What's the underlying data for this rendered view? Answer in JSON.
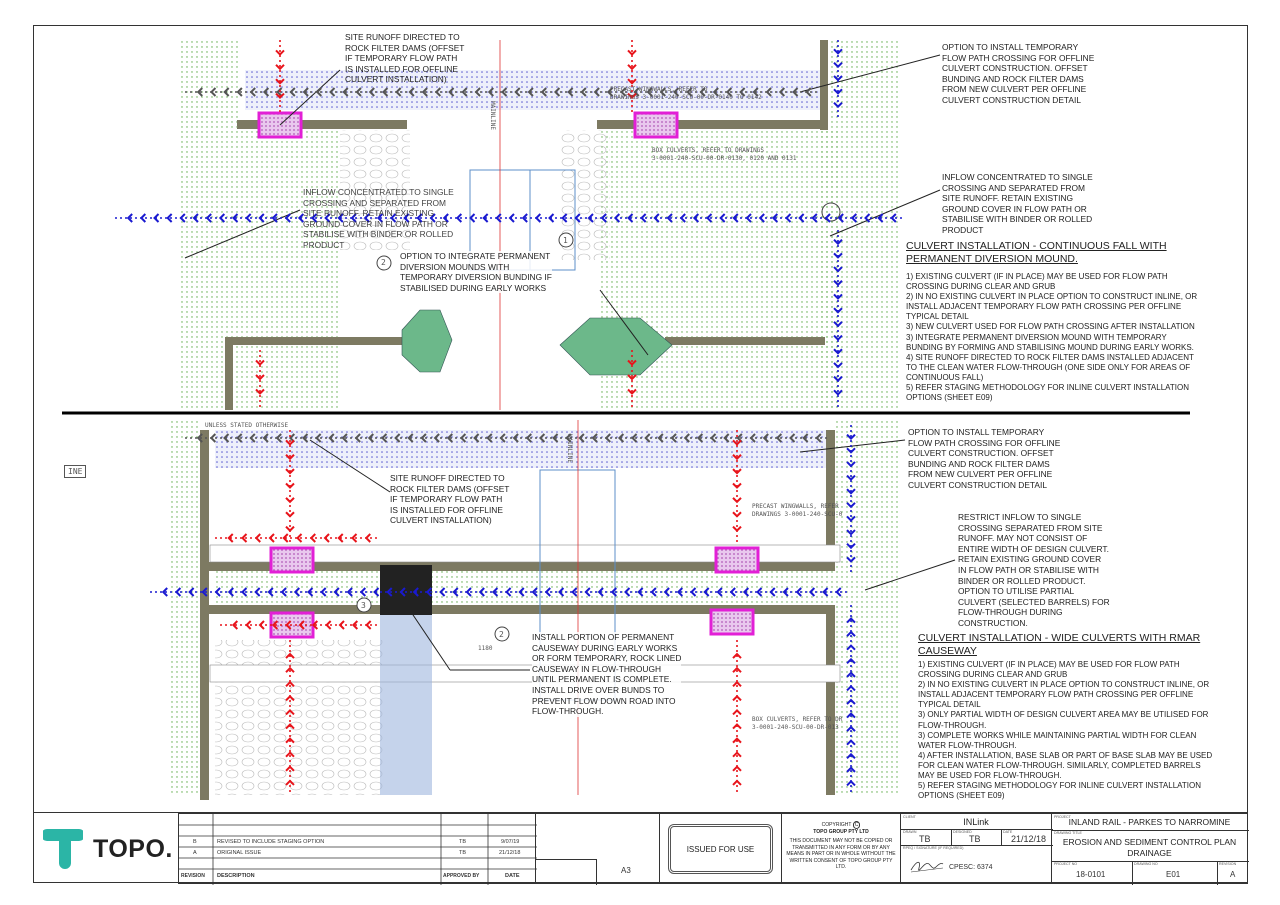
{
  "top_panel": {
    "callouts": {
      "site_runoff": "SITE RUNOFF DIRECTED TO\nROCK FILTER DAMS (OFFSET\nIF TEMPORARY FLOW PATH\nIS INSTALLED FOR OFFLINE\nCULVERT INSTALLATION)",
      "offline_crossing": "OPTION TO INSTALL TEMPORARY\nFLOW PATH CROSSING FOR OFFLINE\nCULVERT CONSTRUCTION. OFFSET\nBUNDING AND ROCK FILTER DAMS\nFROM NEW CULVERT PER OFFLINE\nCULVERT CONSTRUCTION DETAIL",
      "inflow_right": "INFLOW CONCENTRATED TO SINGLE\nCROSSING AND SEPARATED FROM\nSITE RUNOFF. RETAIN EXISTING\nGROUND COVER IN FLOW PATH OR\nSTABILISE WITH BINDER OR ROLLED\nPRODUCT",
      "inflow_left": "INFLOW CONCENTRATED TO SINGLE\nCROSSING AND SEPARATED FROM\nSITE RUNOFF. RETAIN EXISTING\nGROUND COVER IN FLOW PATH OR\nSTABILISE WITH BINDER OR ROLLED\nPRODUCT",
      "diversion_mounds": "OPTION TO INTEGRATE PERMANENT\nDIVERSION MOUNDS WITH\nTEMPORARY DIVERSION BUNDING IF\nSTABILISED DURING EARLY WORKS"
    },
    "labels": {
      "box_culverts": "BOX CULVERTS, REFER TO DRAWINGS",
      "box_culverts_ref": "3-0001-240-SCU-00-DR-0130, 0120 AND 0131",
      "wingwalls": "PRECAST WINGWALLS, REFER TO",
      "wingwalls_ref": "DRAWINGS 3-0001-240-SCU-00-DR-0140 TO 0142",
      "mainline": "MAINLINE",
      "marker_1": "1",
      "marker_2": "2"
    },
    "heading": "CULVERT INSTALLATION - CONTINUOUS FALL WITH PERMANENT DIVERSION MOUND.",
    "notes": [
      "1) EXISTING CULVERT (IF IN PLACE) MAY BE USED FOR FLOW PATH",
      "CROSSING DURING CLEAR AND GRUB",
      "2) IN NO EXISTING CULVERT IN PLACE OPTION TO CONSTRUCT INLINE, OR",
      "INSTALL ADJACENT TEMPORARY FLOW PATH CROSSING PER OFFLINE",
      "TYPICAL DETAIL",
      "3) NEW CULVERT USED FOR FLOW PATH CROSSING AFTER INSTALLATION",
      "3) INTEGRATE PERMANENT DIVERSION MOUND WITH TEMPORARY",
      "BUNDING BY FORMING AND STABILISING MOUND DURING EARLY WORKS.",
      "4) SITE RUNOFF DIRECTED TO ROCK FILTER DAMS INSTALLED ADJACENT",
      "TO THE CLEAN WATER FLOW-THROUGH (ONE SIDE ONLY FOR AREAS OF",
      "CONTINUOUS FALL)",
      "5) REFER STAGING METHODOLOGY FOR INLINE CULVERT INSTALLATION",
      "OPTIONS (SHEET E09)"
    ]
  },
  "bottom_panel": {
    "callouts": {
      "offline_crossing": "OPTION TO INSTALL TEMPORARY\nFLOW PATH CROSSING FOR OFFLINE\nCULVERT CONSTRUCTION. OFFSET\nBUNDING AND ROCK FILTER DAMS\nFROM NEW CULVERT PER OFFLINE\nCULVERT CONSTRUCTION DETAIL",
      "restrict_inflow": "RESTRICT INFLOW  TO SINGLE\nCROSSING SEPARATED FROM SITE\nRUNOFF. MAY NOT CONSIST OF\nENTIRE WIDTH OF DESIGN CULVERT.\nRETAIN EXISTING GROUND COVER\nIN FLOW PATH OR STABILISE WITH\nBINDER OR ROLLED PRODUCT.\nOPTION TO UTILISE PARTIAL\nCULVERT (SELECTED BARRELS) FOR\nFLOW-THROUGH DURING\nCONSTRUCTION.",
      "site_runoff": "SITE RUNOFF DIRECTED TO\nROCK FILTER DAMS (OFFSET\nIF TEMPORARY FLOW PATH\nIS INSTALLED FOR OFFLINE\nCULVERT INSTALLATION)",
      "causeway": "INSTALL PORTION OF PERMANENT\nCAUSEWAY DURING EARLY WORKS\nOR FORM TEMPORARY, ROCK LINED\nCAUSEWAY IN FLOW-THROUGH\nUNTIL PERMANENT IS COMPLETE.\nINSTALL DRIVE OVER BUNDS TO\nPREVENT FLOW DOWN ROAD INTO\nFLOW-THROUGH."
    },
    "labels": {
      "unless_stated": "UNLESS STATED OTHERWISE",
      "mainline": "MAINLINE",
      "ine": "INE",
      "wingwalls": "PRECAST WINGWALLS, REFER",
      "wingwalls_ref": "DRAWINGS 3-0001-240-SCU-0",
      "box_culverts": "BOX CULVERTS, REFER TO DR",
      "box_culverts_ref": "3-0001-240-SCU-00-DR-013",
      "marker_2": "2",
      "marker_3": "3",
      "chainage": "1180"
    },
    "heading": "CULVERT INSTALLATION - WIDE CULVERTS WITH RMAR CAUSEWAY",
    "notes": [
      "1) EXISTING CULVERT (IF IN PLACE) MAY BE USED FOR FLOW PATH",
      "CROSSING DURING CLEAR AND GRUB",
      "2) IN NO EXISTING CULVERT IN PLACE OPTION TO CONSTRUCT INLINE, OR",
      "INSTALL ADJACENT TEMPORARY FLOW PATH CROSSING PER OFFLINE",
      "TYPICAL DETAIL",
      "3) ONLY PARTIAL WIDTH OF DESIGN CULVERT AREA MAY BE UTILISED FOR",
      "FLOW-THROUGH.",
      "3) COMPLETE WORKS WHILE MAINTAINING PARTIAL WIDTH FOR CLEAN",
      "WATER FLOW-THROUGH.",
      "4) AFTER INSTALLATION, BASE SLAB OR PART OF BASE SLAB MAY BE USED",
      "FOR CLEAN WATER FLOW-THROUGH. SIMILARLY, COMPLETED BARRELS",
      "MAY BE USED FOR FLOW-THROUGH.",
      "5) REFER STAGING METHODOLOGY FOR INLINE CULVERT INSTALLATION",
      "OPTIONS (SHEET E09)"
    ]
  },
  "title_block": {
    "logo": "TOPO.",
    "revisions": [
      {
        "rev": "B",
        "description": "REVISED TO INCLUDE STAGING OPTION",
        "approved_by": "TB",
        "date": "9/07/19"
      },
      {
        "rev": "A",
        "description": "ORIGINAL ISSUE",
        "approved_by": "TB",
        "date": "21/12/18"
      }
    ],
    "headers": {
      "rev": "REVISION",
      "description": "DESCRIPTION",
      "approved_by": "APPROVED BY",
      "date": "DATE"
    },
    "sheet_size": "A3",
    "status": "ISSUED FOR USE",
    "copyright": "COPYRIGHT",
    "copyright_symbol": "C",
    "copyright_owner": "TOPO GROUP PTY LTD",
    "copyright_text": "THIS DOCUMENT MAY NOT BE COPIED OR TRANSMITTED IN ANY FORM OR BY ANY MEANS IN PART OR IN WHOLE WITHOUT THE WRITTEN CONSENT OF TOPO GROUP PTY LTD.",
    "client_label": "CLIENT",
    "client": "INLink",
    "drawn_label": "DRAWN",
    "drawn": "TB",
    "designed_label": "DESIGNED",
    "designed": "TB",
    "date_label": "DATE",
    "date": "21/12/18",
    "signature_label": "RPEQ / SIGNATURE (IF REQUIRED)",
    "cpesc": "CPESC: 6374",
    "project_label": "PROJECT",
    "project": "INLAND RAIL - PARKES TO NARROMINE",
    "drawing_title_label": "DRAWING TITLE",
    "drawing_title_1": "EROSION AND SEDIMENT CONTROL PLAN",
    "drawing_title_2": "DRAINAGE",
    "project_no_label": "PROJECT No",
    "project_no": "18-0101",
    "drawing_no_label": "DRAWING No",
    "drawing_no": "E01",
    "revision_label": "REVISION",
    "revision": "A"
  },
  "colors": {
    "vegetation": "#5aa845",
    "bund": "#7d7a62",
    "site_runoff": "#e8141b",
    "clean_water": "#1a1ad0",
    "rock_filter_dam": "#e21fd6",
    "mound": "#6cb88a",
    "flow_path": "#6a6ad8",
    "logo": "#2bb5a6"
  }
}
